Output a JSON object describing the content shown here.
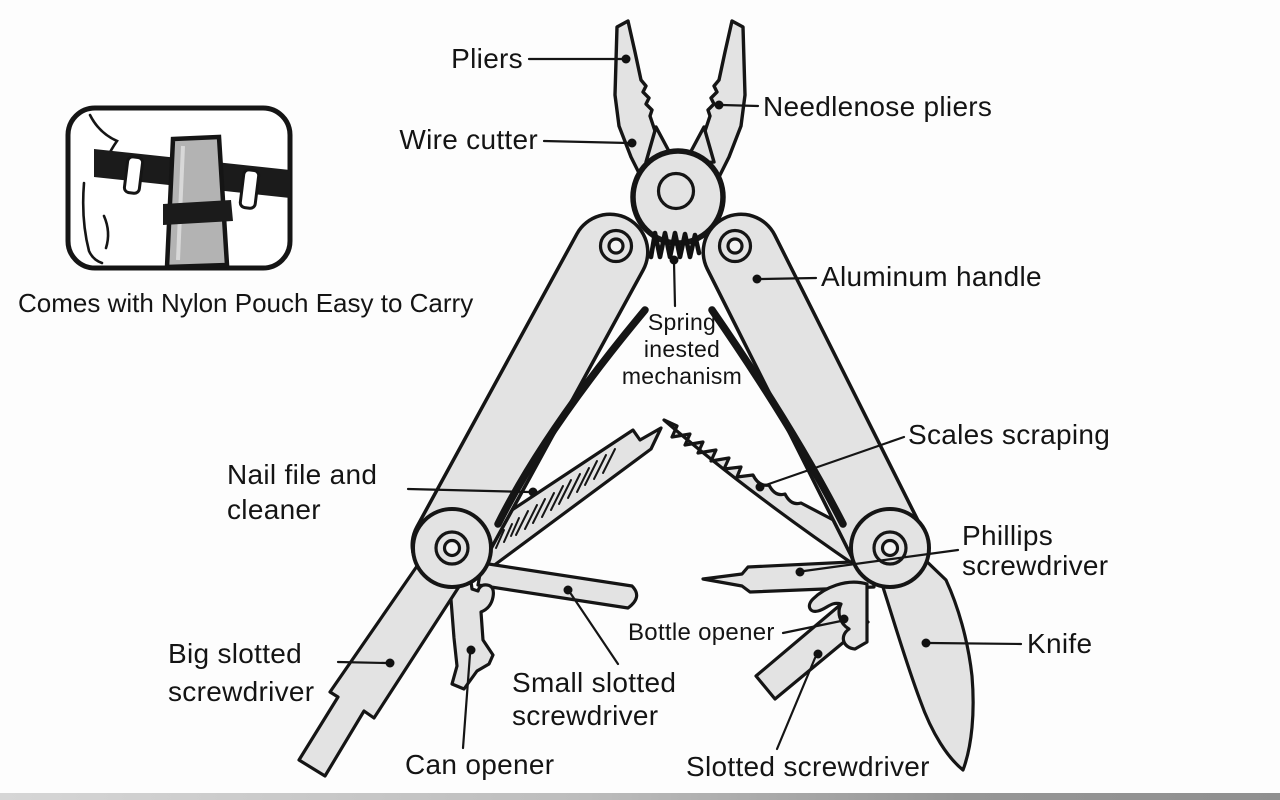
{
  "figure": {
    "type": "labeled product diagram",
    "subject": "folding multi-tool pliers"
  },
  "inset": {
    "caption_line1": "Comes with Nylon Pouch",
    "caption_line2": "Easy to Carry",
    "illustration": "nylon-pouch-on-belt"
  },
  "labels": {
    "pliers": "Pliers",
    "needlenose": "Needlenose pliers",
    "wire_cutter": "Wire cutter",
    "aluminum_handle": "Aluminum handle",
    "spring": {
      "line1": "Spring",
      "line2": "inested",
      "line3": "mechanism"
    },
    "scales": "Scales scraping",
    "nail_file": {
      "line1": "Nail file and",
      "line2": "cleaner"
    },
    "phillips": {
      "line1": "Phillips",
      "line2": "screwdriver"
    },
    "bottle_opener": "Bottle opener",
    "small_slotted": {
      "line1": "Small slotted",
      "line2": "screwdriver"
    },
    "can_opener": "Can opener",
    "big_slotted": {
      "line1": "Big slotted",
      "line2": "screwdriver"
    },
    "slotted": "Slotted screwdriver",
    "knife": "Knife"
  },
  "colors": {
    "background": "#fdfdfd",
    "tool_fill": "#e3e3e3",
    "outline": "#151515",
    "text": "#141414",
    "pouch_gray": "#b3b3b3",
    "belt_black": "#1b1b1b",
    "bottom_strip": "#a8a8a8"
  }
}
